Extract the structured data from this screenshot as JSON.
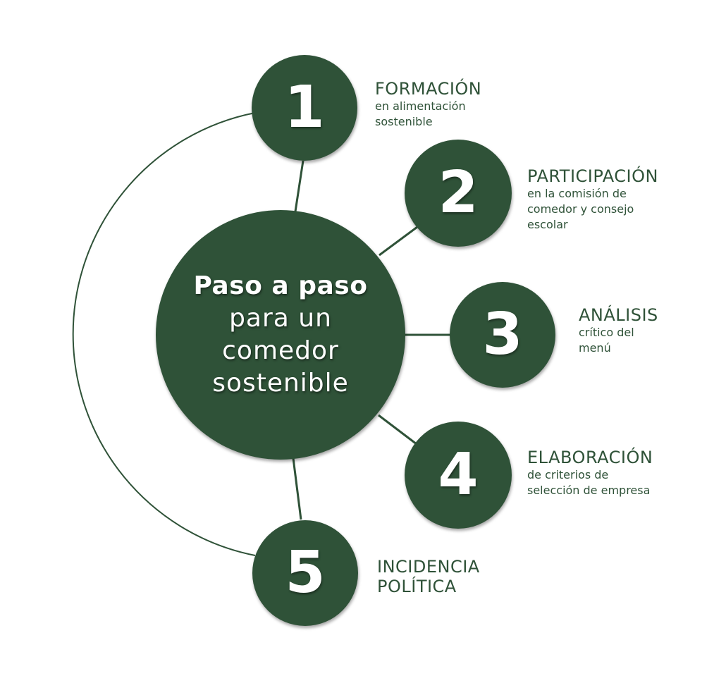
{
  "colors": {
    "circle_fill": "#2f5238",
    "connector": "#2f5238",
    "label_text": "#2f5238",
    "circle_text": "#ffffff",
    "background": "#ffffff"
  },
  "center": {
    "title": "Paso a paso",
    "subtitle": "para un comedor sostenible"
  },
  "steps": [
    {
      "number": "1",
      "title": "FORMACIÓN",
      "description": [
        "en alimentación",
        "sostenible"
      ]
    },
    {
      "number": "2",
      "title": "PARTICIPACIÓN",
      "description": [
        "en la comisión de",
        "comedor y consejo",
        "escolar"
      ]
    },
    {
      "number": "3",
      "title": "ANÁLISIS",
      "description": [
        "crítico del",
        "menú"
      ]
    },
    {
      "number": "4",
      "title": "ELABORACIÓN",
      "description": [
        "de criterios de",
        "selección de empresa"
      ]
    },
    {
      "number": "5",
      "title": "INCIDENCIA",
      "description": [
        "POLÍTICA"
      ]
    }
  ]
}
